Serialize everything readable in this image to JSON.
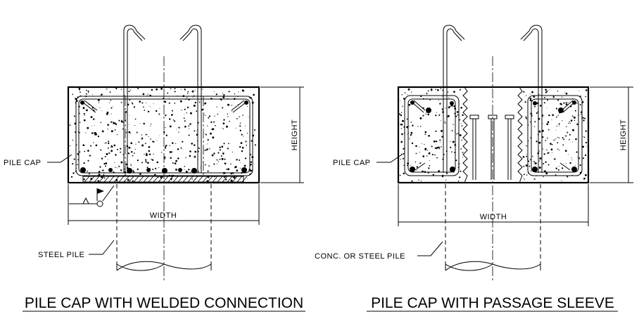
{
  "left_detail": {
    "title": "PILE CAP WITH WELDED CONNECTION",
    "pile_cap_label": "PILE CAP",
    "width_label": "WIDTH",
    "height_label": "HEIGHT",
    "pile_label": "STEEL PILE"
  },
  "right_detail": {
    "title": "PILE CAP WITH PASSAGE SLEEVE",
    "pile_cap_label": "PILE CAP",
    "width_label": "WIDTH",
    "height_label": "HEIGHT",
    "pile_label": "CONC. OR STEEL PILE"
  }
}
